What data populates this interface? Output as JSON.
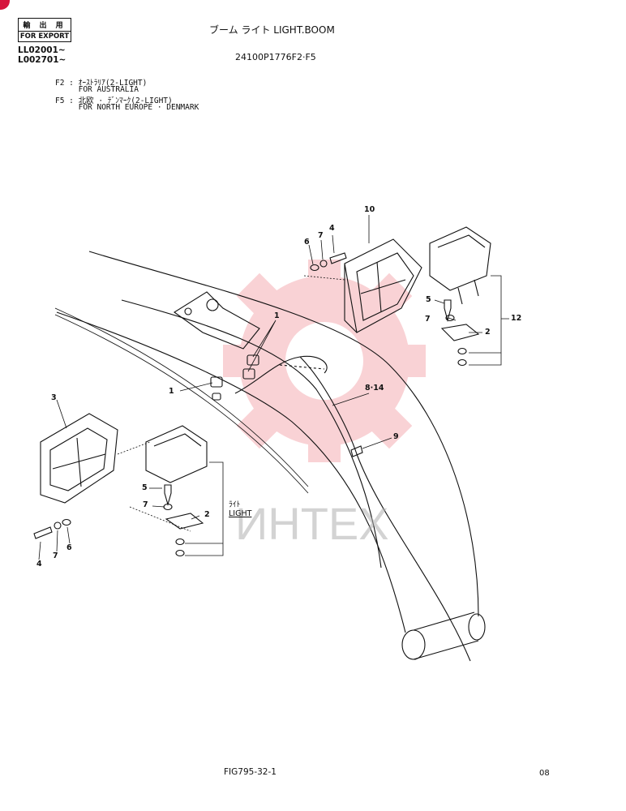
{
  "stamp": {
    "line1": "輸 出 用",
    "line2": "FOR EXPORT"
  },
  "serials": [
    "LL02001~",
    "L002701~"
  ],
  "title": "ブーム ライト LIGHT.BOOM",
  "part_number": "24100P1776F2·F5",
  "notes": [
    "F2 : ｵｰｽﾄﾗﾘｱ(2-LIGHT)",
    "     FOR AUSTRALIA",
    "F5 : 北欧 · ﾃﾞﾝﾏｰｸ(2-LIGHT)",
    "     FOR NORTH EUROPE · DENMARK"
  ],
  "callouts": {
    "c1a": "1",
    "c1b": "1",
    "c2a": "2",
    "c2b": "2",
    "c3": "3",
    "c4a": "4",
    "c4b": "4",
    "c5a": "5",
    "c5b": "5",
    "c6a": "6",
    "c6b": "6",
    "c7a": "7",
    "c7b": "7",
    "c7c": "7",
    "c7d": "7",
    "c8": "8·14",
    "c9": "9",
    "c10": "10",
    "c12": "12"
  },
  "light_label": {
    "jp": "ﾗｲﾄ",
    "en": "LIGHT"
  },
  "watermark": "ИНТЕХ",
  "figure": "FIG795-32-1",
  "page": "08",
  "colors": {
    "watermark": "#e63946",
    "line": "#111111",
    "corner": "#d6143c"
  }
}
